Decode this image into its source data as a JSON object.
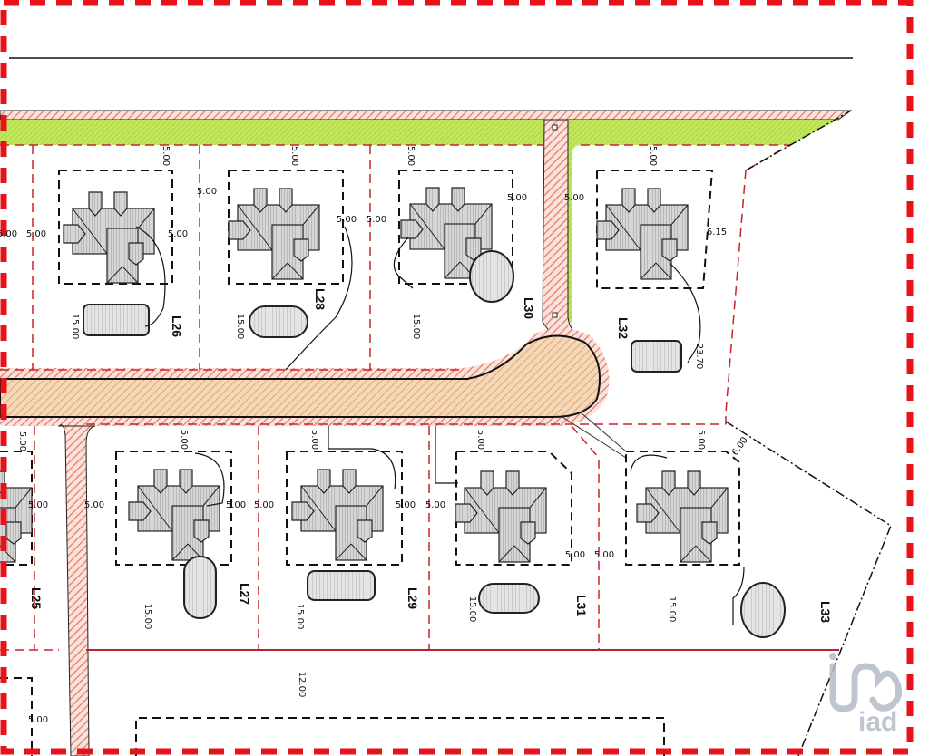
{
  "plan": {
    "lots": [
      {
        "label": "L26"
      },
      {
        "label": "L28"
      },
      {
        "label": "L30"
      },
      {
        "label": "L32"
      },
      {
        "label": "L25"
      },
      {
        "label": "L27"
      },
      {
        "label": "L29"
      },
      {
        "label": "L31"
      },
      {
        "label": "L33"
      }
    ],
    "dimensions": [
      "5.00",
      "5.00",
      "5.00",
      "5.00",
      "5.00",
      "5.00",
      "5.00",
      "5.00",
      "5.00",
      "5.00",
      "5.00",
      "5.00",
      "6.15",
      "15.00",
      "15.00",
      "15.00",
      "23.70",
      "5.00",
      "5.00",
      "5.00",
      "5.00",
      "5.00",
      "6.00",
      "5.00",
      "5.00",
      "5.00",
      "5.00",
      "5.00",
      "5.00",
      "5.00",
      "5.00",
      "5.00",
      "15.00",
      "15.00",
      "15.00",
      "15.00",
      "12.00"
    ],
    "colors": {
      "boundary_red": "#e8121b",
      "lot_line_red": "#c8242b",
      "green_strip": "#b5e04a",
      "road_tan": "#f2c9a0",
      "house_gray": "#c8c8c8"
    }
  },
  "watermark": {
    "text": "iad"
  }
}
